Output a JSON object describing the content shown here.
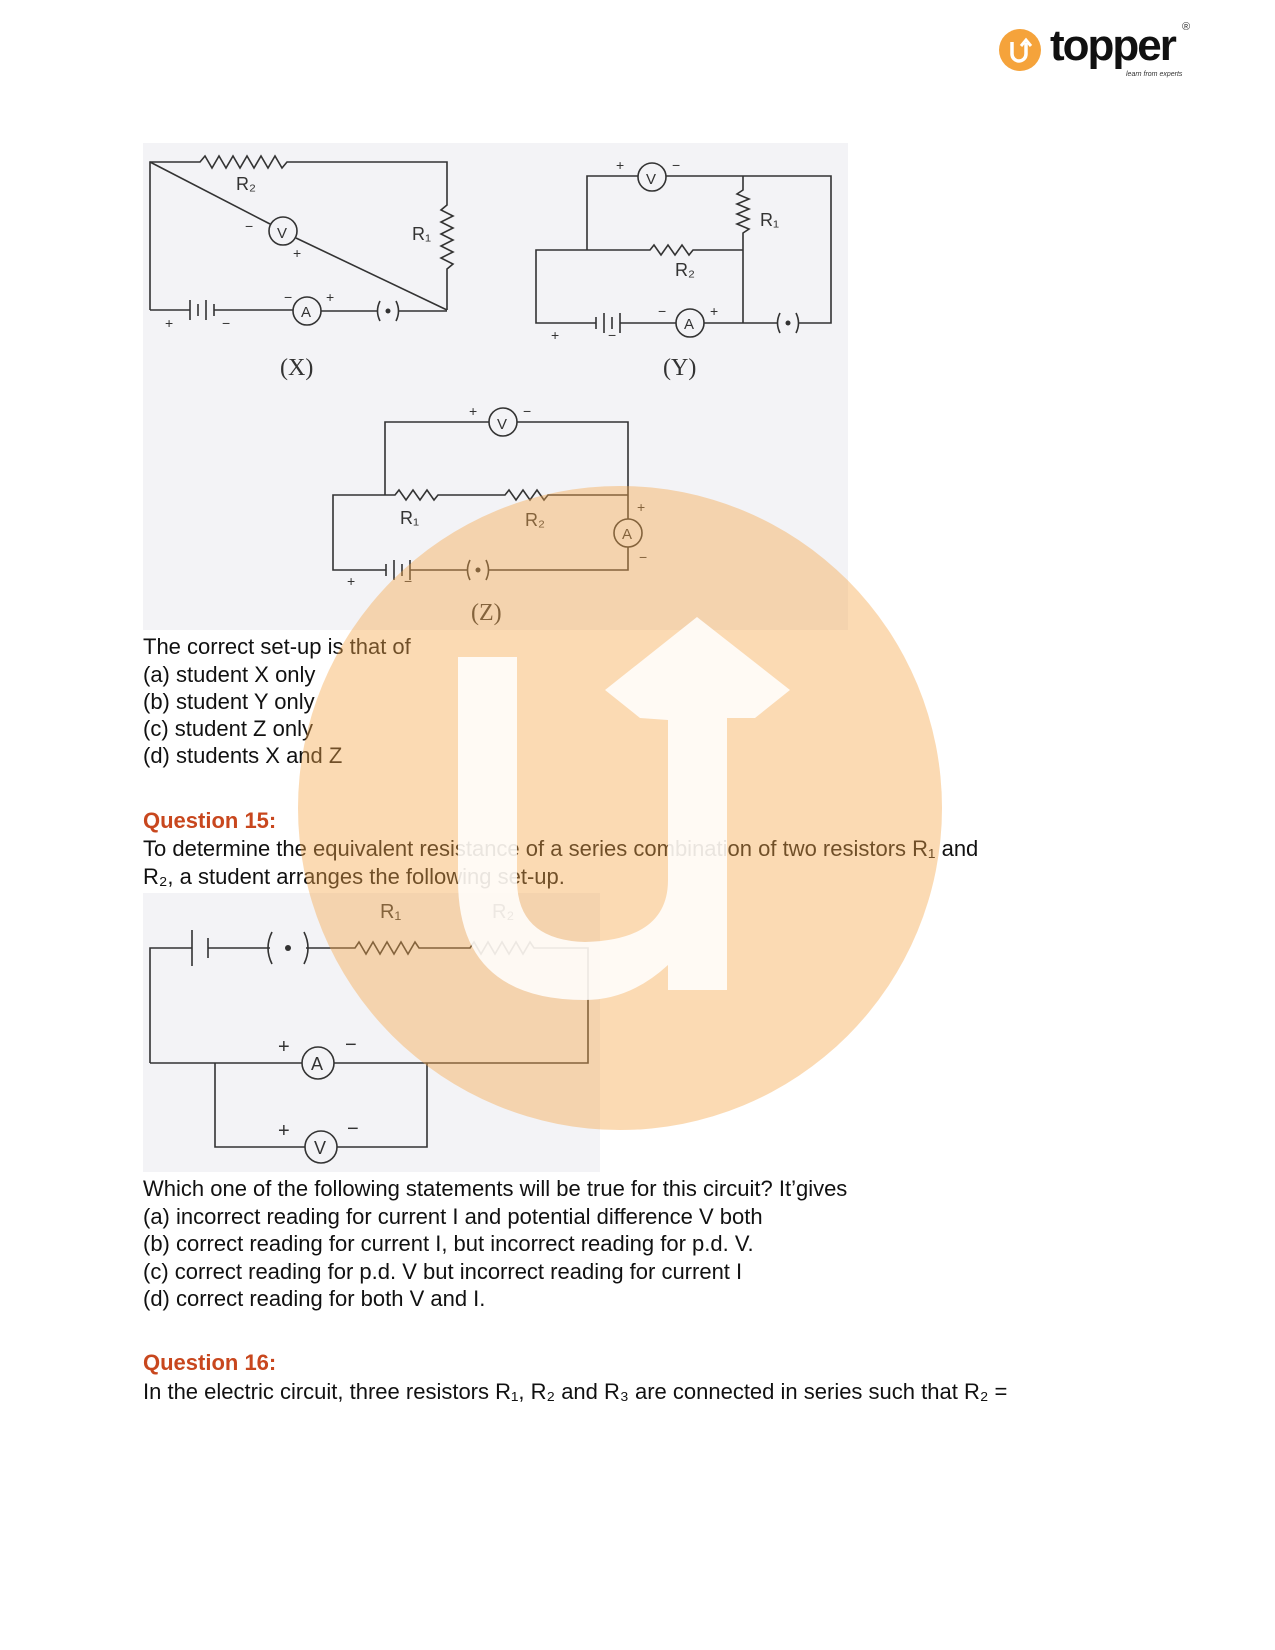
{
  "logo": {
    "name": "topper",
    "tagline": "learn from experts",
    "registered": "®",
    "accent": "#f5a33b"
  },
  "figure1": {
    "circuit_x": {
      "label": "(X)",
      "r1": "R₁",
      "r2": "R₂",
      "voltmeter": "V",
      "ammeter": "A",
      "plus": "+",
      "minus": "−"
    },
    "circuit_y": {
      "label": "(Y)",
      "r1": "R₁",
      "r2": "R₂",
      "voltmeter": "V",
      "ammeter": "A",
      "plus": "+",
      "minus": "−"
    },
    "circuit_z": {
      "label": "(Z)",
      "r1": "R₁",
      "r2": "R₂",
      "voltmeter": "V",
      "ammeter": "A",
      "plus": "+",
      "minus": "−"
    }
  },
  "q14": {
    "prompt": "The correct set-up is that of",
    "options": [
      "(a) student X only",
      "(b) student Y only",
      "(c) student Z only",
      "(d) students X and Z"
    ]
  },
  "q15": {
    "heading": "Question 15:",
    "text_lines": [
      "To determine the equivalent resistance of a series combination of two resistors R₁ and",
      "R₂, a student arranges the following set-up."
    ],
    "figure": {
      "r1": "R₁",
      "r2": "R₂",
      "ammeter": "A",
      "voltmeter": "V",
      "plus": "+",
      "minus": "−"
    },
    "prompt": "Which one of the following statements will be true for this circuit? It’gives",
    "options": [
      "(a) incorrect reading for current I and potential difference V both",
      "(b) correct reading for current I, but incorrect reading for p.d. V.",
      "(c) correct reading for p.d. V but incorrect reading for current I",
      "(d) correct reading for both V and I."
    ]
  },
  "q16": {
    "heading": "Question 16:",
    "text": "In the electric circuit, three resistors R₁, R₂ and R₃ are connected in series such that R₂ ="
  },
  "colors": {
    "heading": "#c8471e",
    "watermark": "#f5a84a",
    "figure_bg": "#f3f3f6"
  }
}
